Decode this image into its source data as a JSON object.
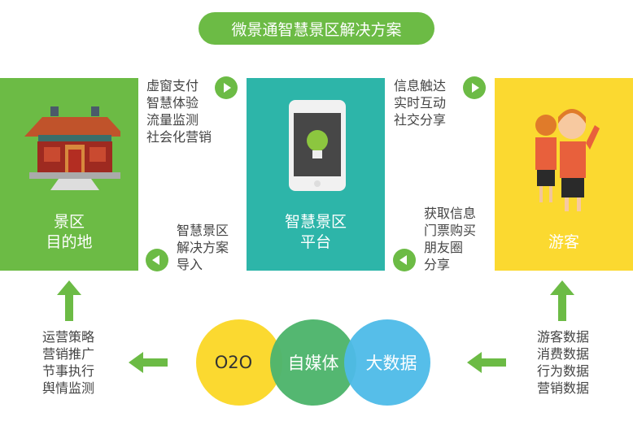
{
  "title": "微景通智慧景区解决方案",
  "panels": [
    {
      "label_lines": [
        "景区",
        "目的地"
      ],
      "icon": "temple-icon",
      "color": "#6cbb45"
    },
    {
      "label_lines": [
        "智慧景区",
        "平台"
      ],
      "icon": "smartphone-bulb-icon",
      "color": "#2db5a9"
    },
    {
      "label_lines": [
        "游客"
      ],
      "icon": "tourists-icon",
      "color": "#fbd930"
    }
  ],
  "flows": {
    "top_left": "虚窗支付\n智慧体验\n流量监测\n社会化营销",
    "bottom_left": "智慧景区\n解决方案\n导入",
    "top_right": "信息触达\n实时互动\n社交分享",
    "bottom_right": "获取信息\n门票购买\n朋友圈\n分享"
  },
  "bottom": {
    "left_text": "运营策略\n营销推广\n节事执行\n舆情监测",
    "right_text": "游客数据\n消费数据\n行为数据\n营销数据",
    "circles": [
      {
        "label": "O2O",
        "color": "#fbd930",
        "text_color": "#333"
      },
      {
        "label": "自媒体",
        "color": "#4fb56d",
        "text_color": "#fff"
      },
      {
        "label": "大数据",
        "color": "#4ebbe8",
        "text_color": "#fff"
      }
    ]
  },
  "colors": {
    "accent": "#6cbb45"
  }
}
